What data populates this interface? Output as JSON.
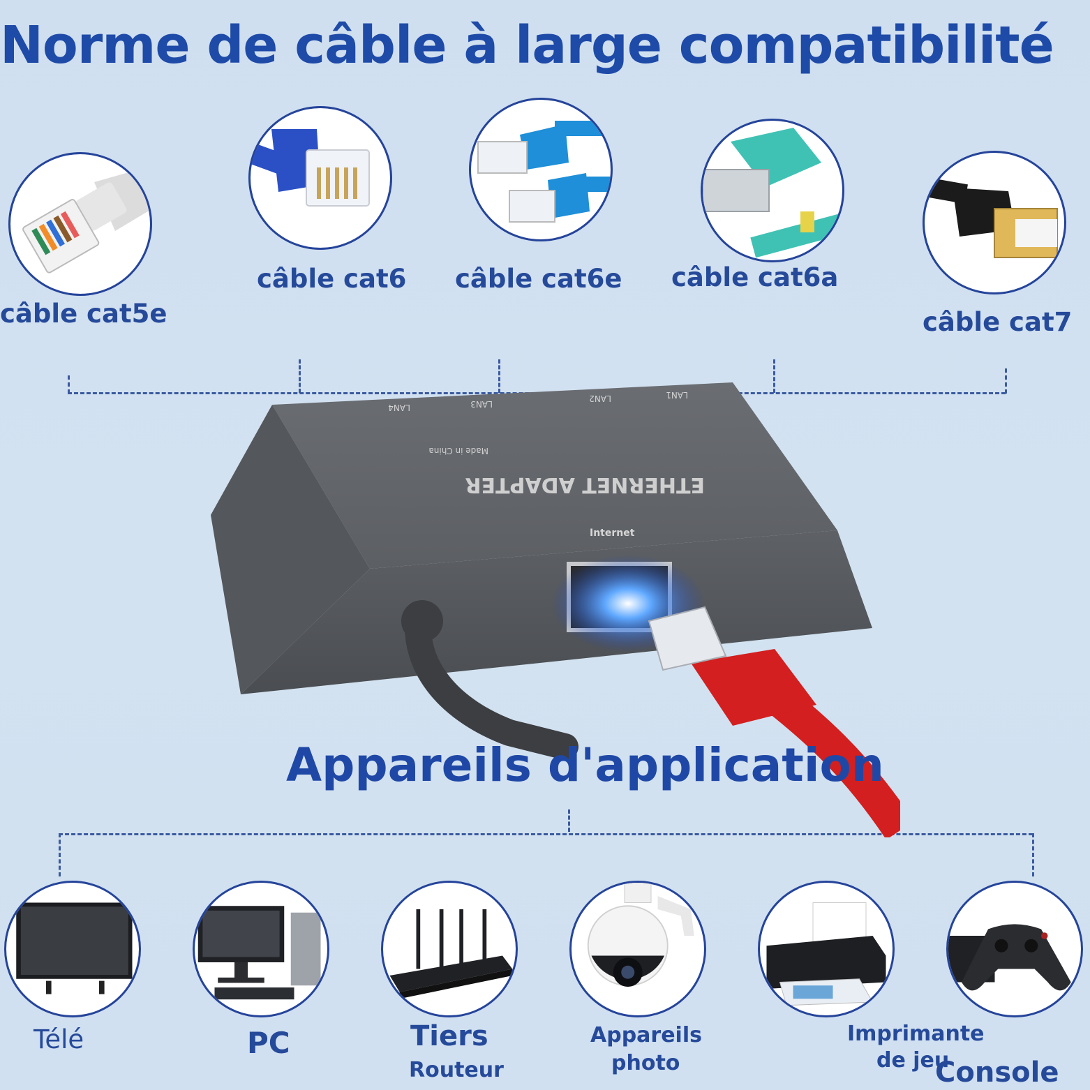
{
  "header": {
    "title": "Norme de câble à large compatibilité"
  },
  "cables": [
    {
      "label": "câble cat5e",
      "icon": "cat5e-connector-icon",
      "color": "#e6e6e6"
    },
    {
      "label": "câble cat6",
      "icon": "cat6-connector-icon",
      "color": "#2b4fc4"
    },
    {
      "label": "câble cat6e",
      "icon": "cat6e-connector-icon",
      "color": "#1e8fd8"
    },
    {
      "label": "câble cat6a",
      "icon": "cat6a-connector-icon",
      "color": "#3fc2b4"
    },
    {
      "label": "câble cat7",
      "icon": "cat7-connector-icon",
      "color": "#1b1b1b"
    }
  ],
  "device": {
    "name": "ETHERNET ADAPTER",
    "made_in": "Made in China",
    "ports": [
      "LAN4",
      "LAN3",
      "LAN2",
      "LAN1"
    ],
    "internet_label": "Internet",
    "cable_color": "#d31f1f",
    "body_color": "#5c5f63"
  },
  "applications": {
    "title": "Appareils d'application",
    "items": [
      {
        "label": "Télé",
        "icon": "tv-icon"
      },
      {
        "label": "PC",
        "icon": "pc-icon"
      },
      {
        "label_main": "Tiers",
        "label_sub": "Routeur",
        "icon": "router-icon"
      },
      {
        "label_main": "Appareils",
        "label_sub": "photo",
        "icon": "security-camera-icon"
      },
      {
        "label_main": "Imprimante",
        "label_sub": "de jeu",
        "icon": "printer-icon"
      },
      {
        "label": "Console",
        "icon": "gamepad-icon"
      }
    ]
  }
}
